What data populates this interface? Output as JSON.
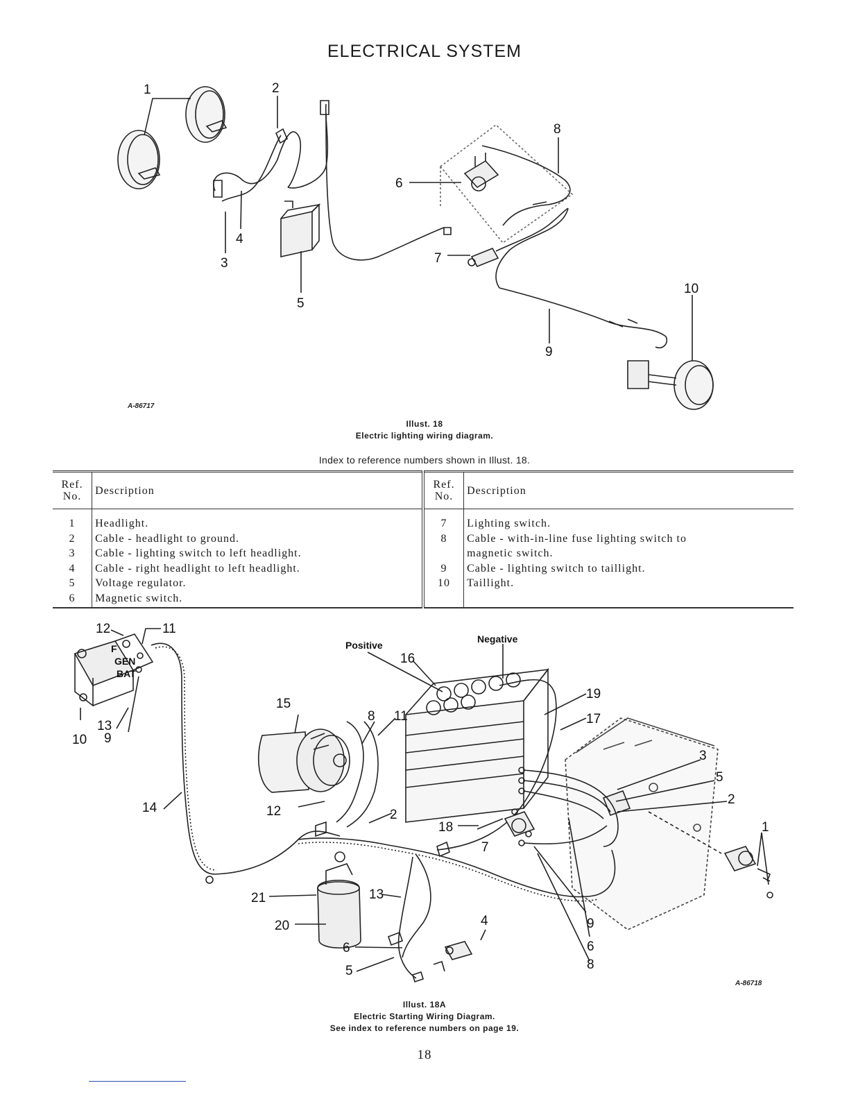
{
  "page_title": "ELECTRICAL SYSTEM",
  "top_diagram": {
    "drawing_id": "A-86717",
    "callouts": [
      "1",
      "2",
      "3",
      "4",
      "5",
      "6",
      "7",
      "8",
      "9",
      "10"
    ]
  },
  "top_caption": {
    "line1": "Illust. 18",
    "line2": "Electric lighting wiring diagram."
  },
  "index_heading": "Index to reference numbers shown in Illust. 18.",
  "table": {
    "ref_header": [
      "Ref.",
      "No."
    ],
    "desc_header": "Description",
    "left_rows": [
      {
        "no": "1",
        "desc": "Headlight."
      },
      {
        "no": "2",
        "desc": "Cable - headlight to ground."
      },
      {
        "no": "3",
        "desc": "Cable - lighting switch to left headlight."
      },
      {
        "no": "4",
        "desc": "Cable - right headlight to left headlight."
      },
      {
        "no": "5",
        "desc": "Voltage regulator."
      },
      {
        "no": "6",
        "desc": "Magnetic switch."
      }
    ],
    "right_rows": [
      {
        "no": "7",
        "desc": "Lighting switch."
      },
      {
        "no": "8",
        "desc": "Cable - with-in-line fuse lighting switch to"
      },
      {
        "no": "",
        "desc": "magnetic switch."
      },
      {
        "no": "9",
        "desc": "Cable - lighting switch to taillight."
      },
      {
        "no": "10",
        "desc": "Taillight."
      },
      {
        "no": "",
        "desc": ""
      }
    ]
  },
  "bottom_diagram": {
    "drawing_id": "A-86718",
    "label_positive": "Positive",
    "label_negative": "Negative",
    "terminal_labels": [
      "F",
      "GEN",
      "BAT"
    ],
    "callouts": [
      "1",
      "2",
      "3",
      "4",
      "5",
      "6",
      "7",
      "8",
      "9",
      "10",
      "11",
      "12",
      "13",
      "14",
      "15",
      "16",
      "17",
      "18",
      "19",
      "20",
      "21"
    ]
  },
  "bottom_caption": {
    "line1": "Illust. 18A",
    "line2": "Electric Starting Wiring Diagram.",
    "line3": "See index to reference numbers on page 19."
  },
  "page_number": "18"
}
